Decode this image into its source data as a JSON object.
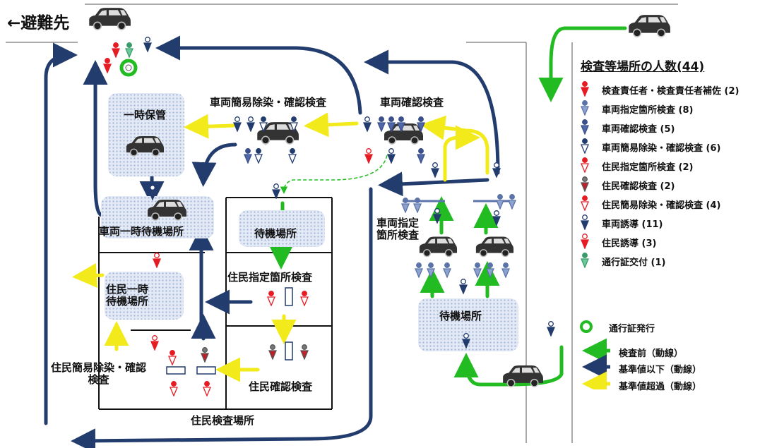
{
  "header": {
    "evacuation_label": "←避難先"
  },
  "labels": {
    "temp_storage": "一時保管",
    "vehicle_simple_decon": "車両簡易除染・確認検査",
    "vehicle_confirm": "車両確認検査",
    "vehicle_temp_wait": "車両一時待機場所",
    "waiting_place_inner": "待機場所",
    "resident_designated": "住民指定箇所検査",
    "resident_temp_wait": "住民一時\n待機場所",
    "resident_simple_decon": "住民簡易除染・確認\n検査",
    "resident_confirm": "住民確認検査",
    "resident_inspection_area": "住民検査場所",
    "vehicle_designated": "車両指定\n箇所検査",
    "waiting_place_right": "待機場所"
  },
  "legend": {
    "title": "検査等場所の人数(44)",
    "items": [
      {
        "label": "検査責任者・検査責任者補佐 (2)",
        "icon": "red-solid-pin-icon"
      },
      {
        "label": "車両指定箇所検査 (8)",
        "icon": "blue-light-pin-icon"
      },
      {
        "label": "車両確認検査 (5)",
        "icon": "blue-solid-pin-icon"
      },
      {
        "label": "車両簡易除染・確認検査 (6)",
        "icon": "blue-outline-pin-icon"
      },
      {
        "label": "住民指定箇所検査 (2)",
        "icon": "red-outline-pin-icon"
      },
      {
        "label": "住民確認検査 (2)",
        "icon": "dark-red-pin-icon"
      },
      {
        "label": "住民簡易除染・確認検査 (4)",
        "icon": "red-outline-pin-icon"
      },
      {
        "label": "車両誘導 (11)",
        "icon": "navy-pin-icon"
      },
      {
        "label": "住民誘導 (3)",
        "icon": "red-guide-pin-icon"
      },
      {
        "label": "通行証交付 (1)",
        "icon": "green-pin-icon"
      }
    ],
    "pass_issue": "通行証発行",
    "line_before": "検査前（動線）",
    "line_below": "基準値以下（動線）",
    "line_above": "基準値超過（動線）"
  },
  "colors": {
    "navy": "#233c6e",
    "green": "#22bb22",
    "yellow": "#f2ea1a",
    "red": "#e61c24"
  }
}
